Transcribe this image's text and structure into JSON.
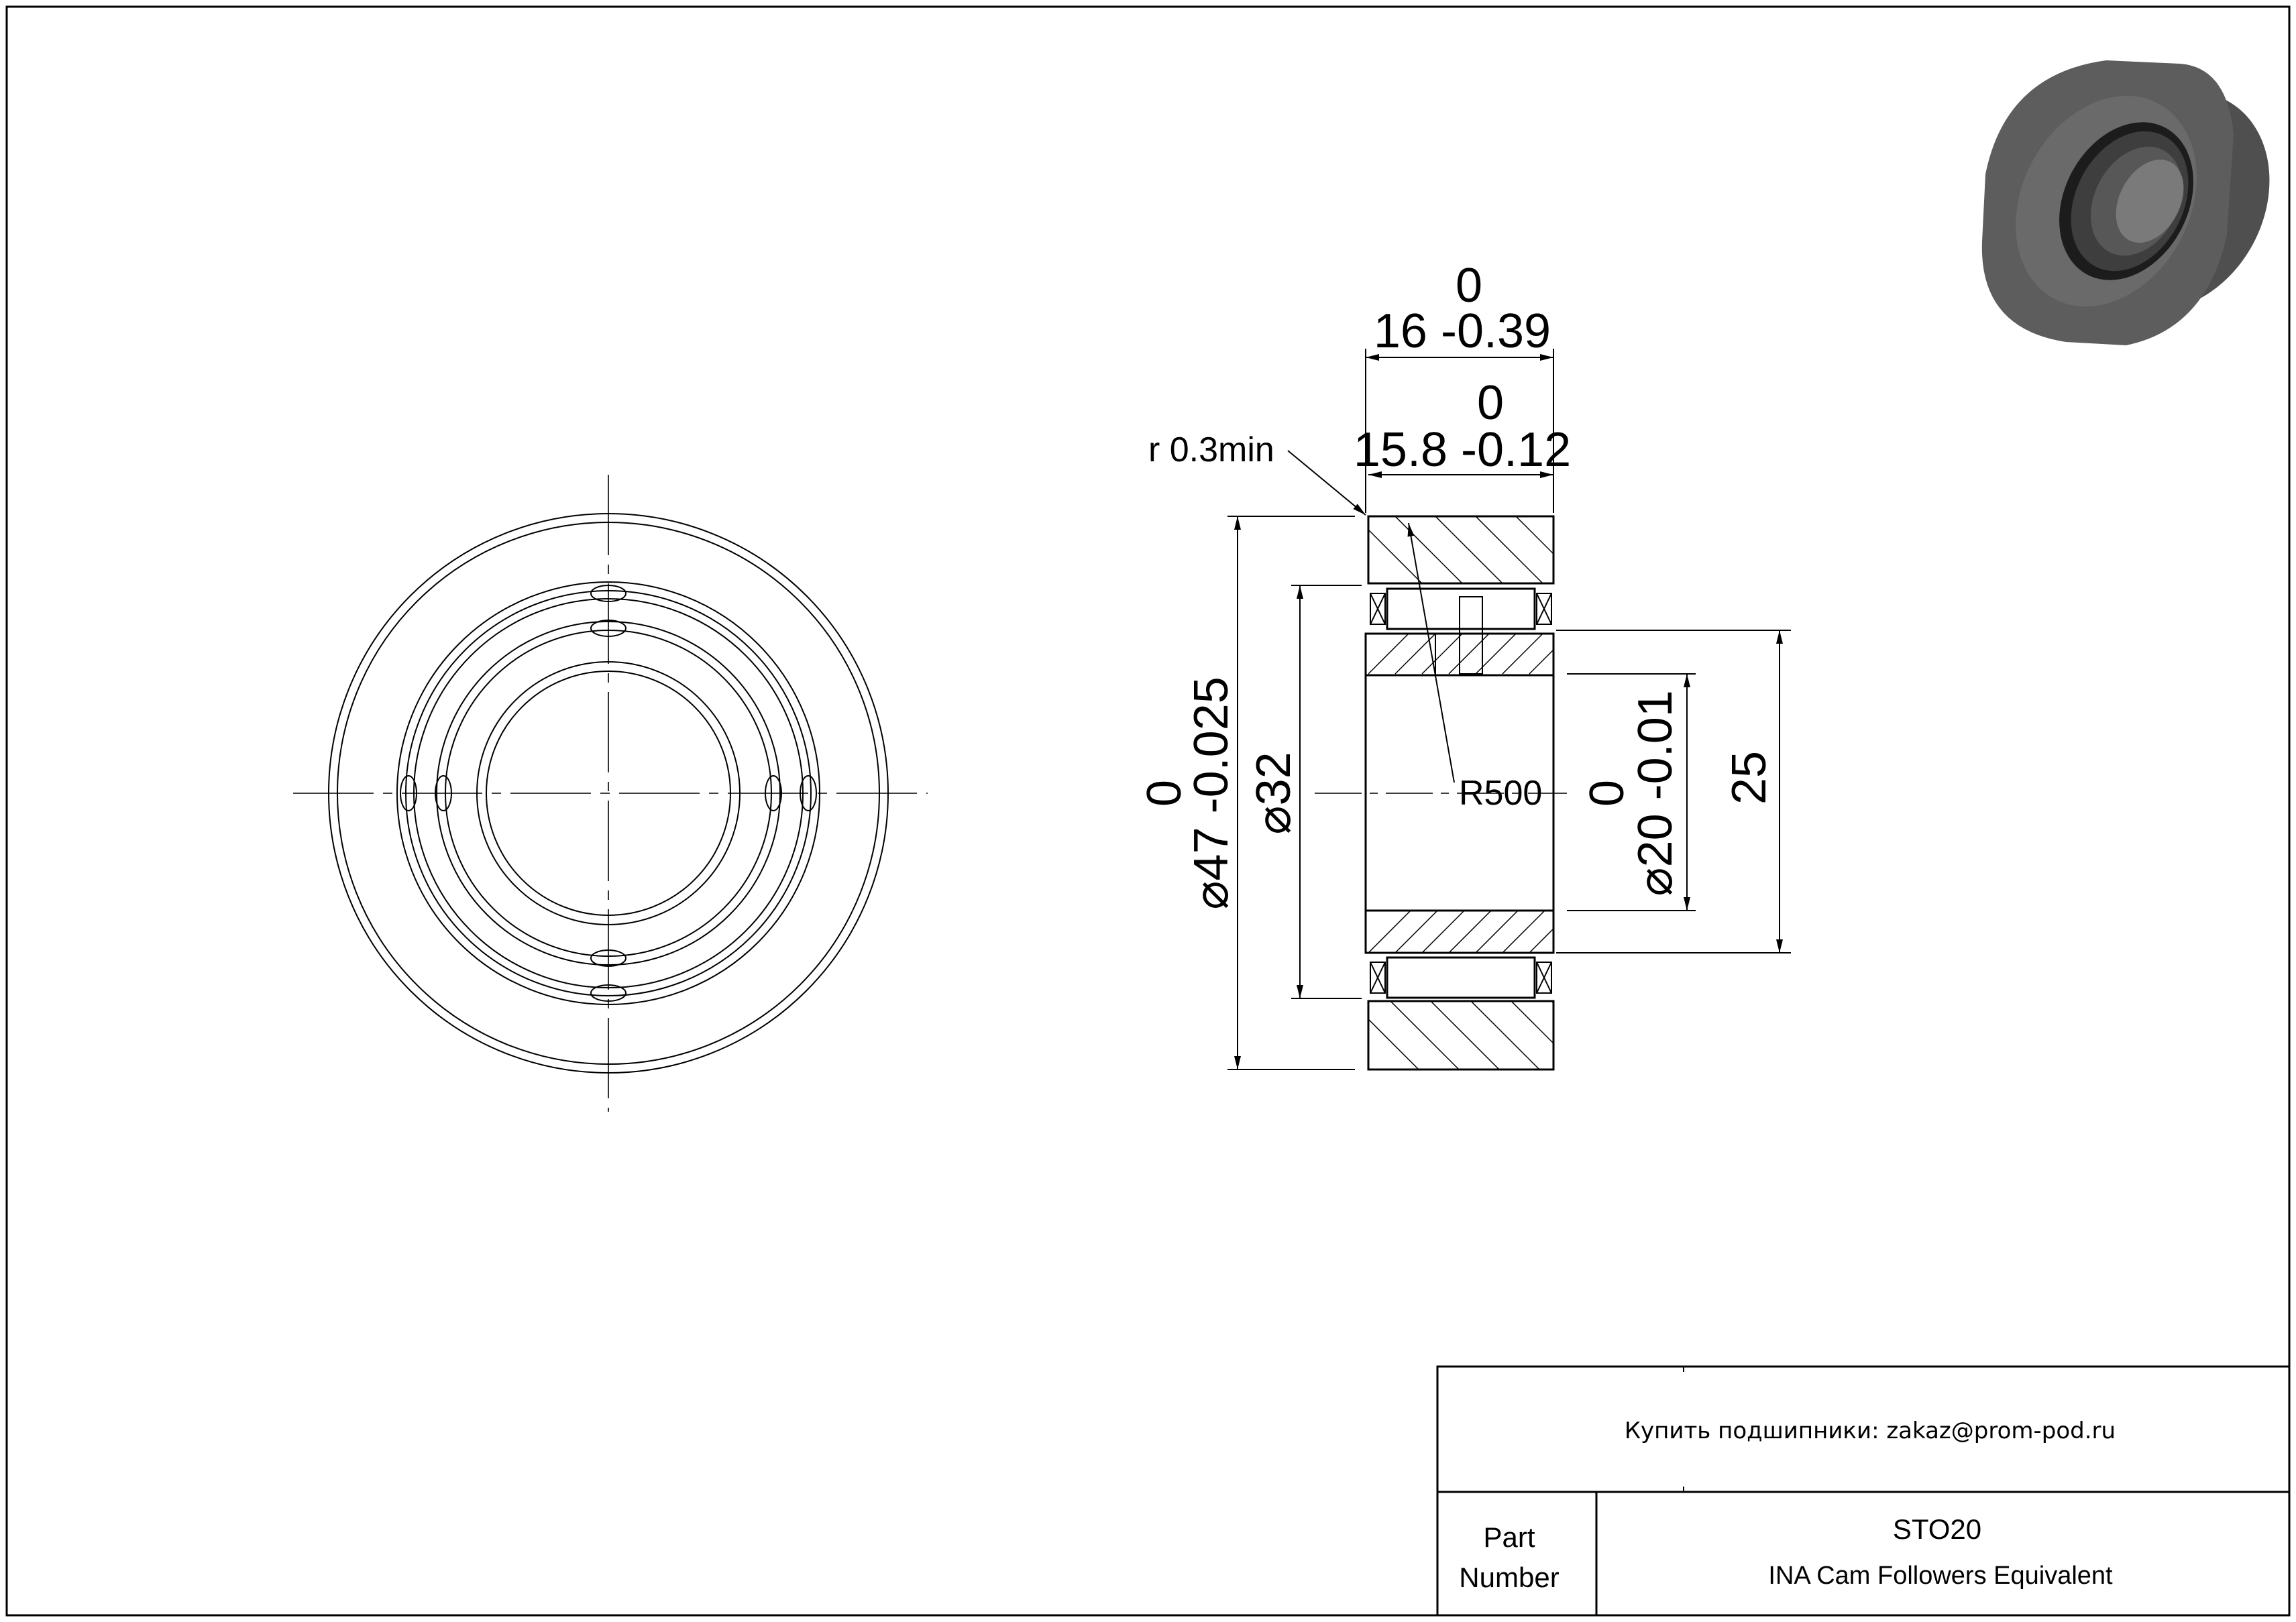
{
  "dimensions": {
    "width_total": {
      "upper": "0",
      "value": "16 -0.39"
    },
    "width_inner": {
      "upper": "0",
      "value": "15.8 -0.12"
    },
    "corner_radius": "r 0.3min",
    "outer_diameter": {
      "upper": "0",
      "value": "⌀47 -0.025"
    },
    "raceway_diameter": "⌀32",
    "crown_radius": "R500",
    "bore_diameter": {
      "upper": "0",
      "value": "⌀20 -0.01"
    },
    "inner_ring_width": "25"
  },
  "title_block": {
    "contact": "Купить подшипники: zakaz@prom-pod.ru",
    "part_label_line1": "Part",
    "part_label_line2": "Number",
    "part_number": "STO20",
    "description": "INA Cam Followers Equivalent"
  },
  "colors": {
    "line": "#000000",
    "background": "#ffffff",
    "render_body": "#5a5a5a",
    "render_dark": "#1e1e1e"
  }
}
